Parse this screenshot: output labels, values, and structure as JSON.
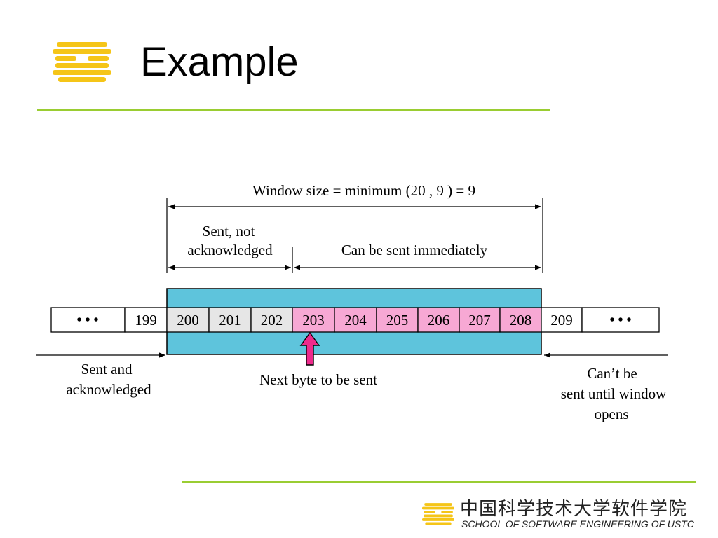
{
  "slide": {
    "title": "Example"
  },
  "diagram": {
    "window_size_label": "Window size = minimum (20 , 9 ) = 9",
    "sent_not_ack_line1": "Sent, not",
    "sent_not_ack_line2": "acknowledged",
    "can_be_sent_label": "Can be sent immediately",
    "next_byte_label": "Next byte to be sent",
    "sent_and_ack_line1": "Sent and",
    "sent_and_ack_line2": "acknowledged",
    "cant_send_line1": "Can’t be",
    "cant_send_line2": "sent until window",
    "cant_send_line3": "opens",
    "ellipsis": "• • •",
    "bytes": [
      {
        "label": "199",
        "state": "acked"
      },
      {
        "label": "200",
        "state": "sent"
      },
      {
        "label": "201",
        "state": "sent"
      },
      {
        "label": "202",
        "state": "sent"
      },
      {
        "label": "203",
        "state": "sendable"
      },
      {
        "label": "204",
        "state": "sendable"
      },
      {
        "label": "205",
        "state": "sendable"
      },
      {
        "label": "206",
        "state": "sendable"
      },
      {
        "label": "207",
        "state": "sendable"
      },
      {
        "label": "208",
        "state": "sendable"
      },
      {
        "label": "209",
        "state": "outside"
      }
    ],
    "colors": {
      "window_fill": "#5ec4dc",
      "sent_fill": "#e6e6e6",
      "sendable_fill": "#f7a8d4",
      "arrow_fill": "#ee2a8c",
      "plain_fill": "#ffffff"
    }
  },
  "footer": {
    "school_cn": "中国科学技术大学软件学院",
    "school_en": "SCHOOL OF SOFTWARE ENGINEERING OF USTC"
  },
  "theme": {
    "accent_green": "#9acd32",
    "logo_yellow": "#f5c518"
  }
}
